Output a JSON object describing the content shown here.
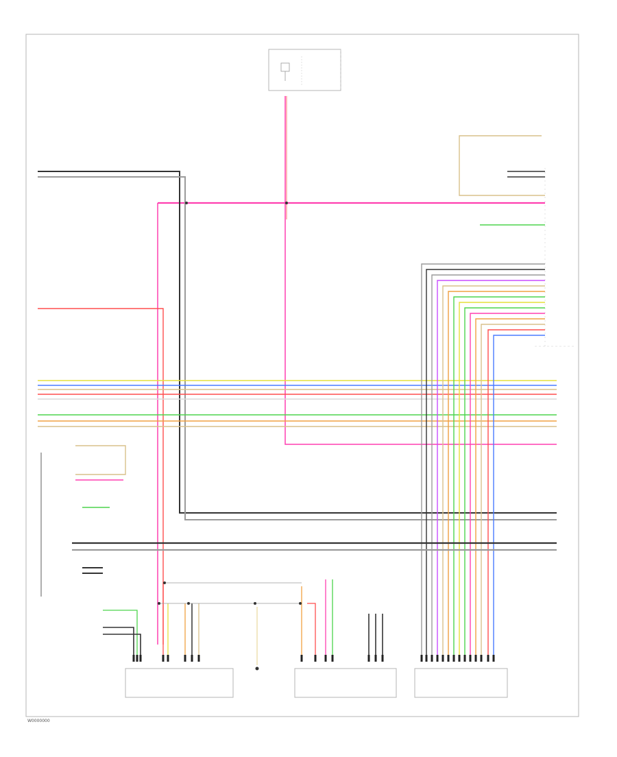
{
  "diagram_id": "W0000000",
  "wire_colors": {
    "black": "#333333",
    "gray": "#9a9a9a",
    "pink": "#ff3fb0",
    "red": "#ff4d4d",
    "yellow": "#e6df3a",
    "blue": "#4a7bff",
    "green": "#4cd44c",
    "violet": "#c84cff",
    "orange": "#f0a040",
    "tan": "#d8c08a",
    "white": "#d9d9d9"
  },
  "components": [
    {
      "id": "c1",
      "label": ""
    },
    {
      "id": "c2",
      "label": ""
    },
    {
      "id": "c3",
      "label": ""
    },
    {
      "id": "c4",
      "label": ""
    },
    {
      "id": "c5",
      "label": ""
    }
  ]
}
